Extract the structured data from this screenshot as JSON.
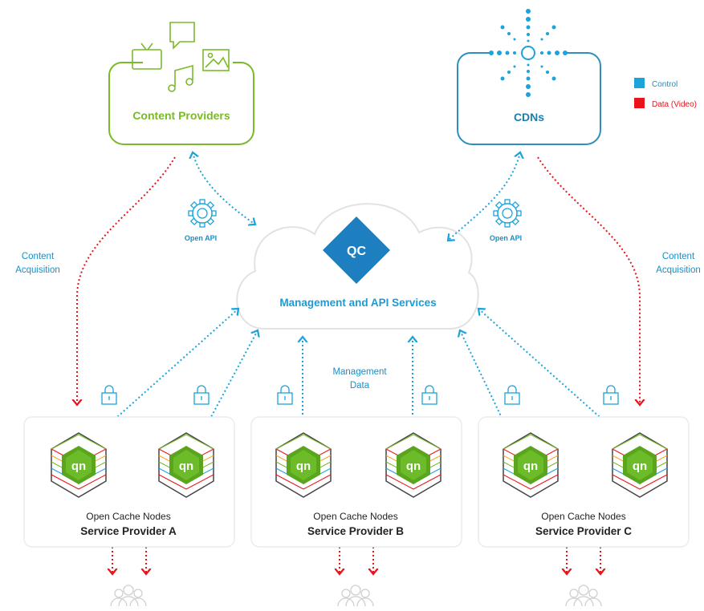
{
  "content_providers": {
    "label": "Content Providers"
  },
  "cdns": {
    "label": "CDNs"
  },
  "legend": {
    "control": "Control",
    "data": "Data (Video)"
  },
  "colors": {
    "control": "#1ba3dc",
    "data": "#e8141a",
    "provider_green": "#7ab929",
    "cdn_blue": "#2d8fbf",
    "text_blue": "#1a8ec4",
    "dark_text": "#222222"
  },
  "open_api_left": "Open API",
  "open_api_right": "Open API",
  "content_acquisition_left": [
    "Content",
    "Acquisition"
  ],
  "content_acquisition_right": [
    "Content",
    "Acquisition"
  ],
  "cloud": {
    "logo": "QC",
    "label": "Management and API Services"
  },
  "management_data": [
    "Management",
    "Data"
  ],
  "providers": [
    {
      "nodes_label": "Open Cache Nodes",
      "name": "Service Provider A"
    },
    {
      "nodes_label": "Open Cache Nodes",
      "name": "Service Provider B"
    },
    {
      "nodes_label": "Open Cache Nodes",
      "name": "Service Provider C"
    }
  ],
  "node_logo": "qn"
}
